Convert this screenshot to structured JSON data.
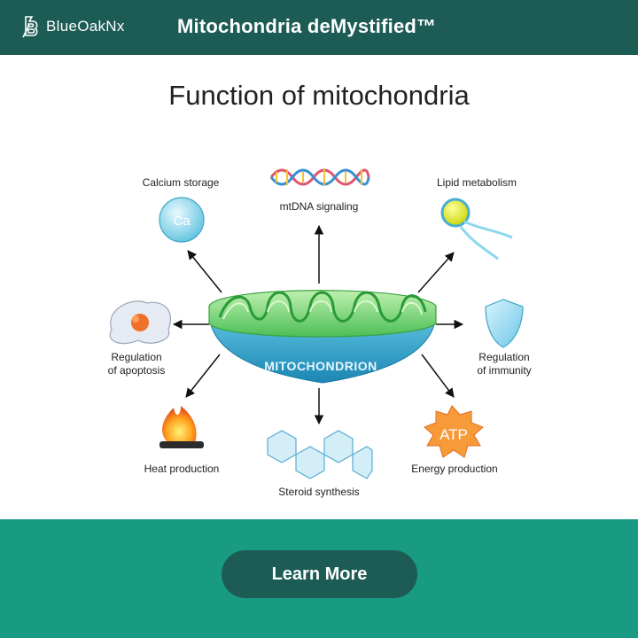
{
  "header": {
    "logo_text": "BlueOakNx",
    "title": "Mitochondria deMystified™"
  },
  "main": {
    "title": "Function of mitochondria"
  },
  "diagram": {
    "center_label": "MITOCHONDRION",
    "functions": {
      "calcium_storage": "Calcium storage",
      "calcium_icon_text": "Ca",
      "mtdna_signaling": "mtDNA signaling",
      "lipid_metabolism": "Lipid metabolism",
      "regulation_apoptosis_line1": "Regulation",
      "regulation_apoptosis_line2": "of apoptosis",
      "regulation_immunity_line1": "Regulation",
      "regulation_immunity_line2": "of immunity",
      "heat_production": "Heat production",
      "steroid_synthesis": "Steroid synthesis",
      "energy_production": "Energy production",
      "atp_icon_text": "ATP"
    }
  },
  "footer": {
    "cta_label": "Learn More"
  },
  "colors": {
    "header_bg": "#1c5c55",
    "footer_bg": "#199a82",
    "button_bg": "#1c5c55"
  }
}
